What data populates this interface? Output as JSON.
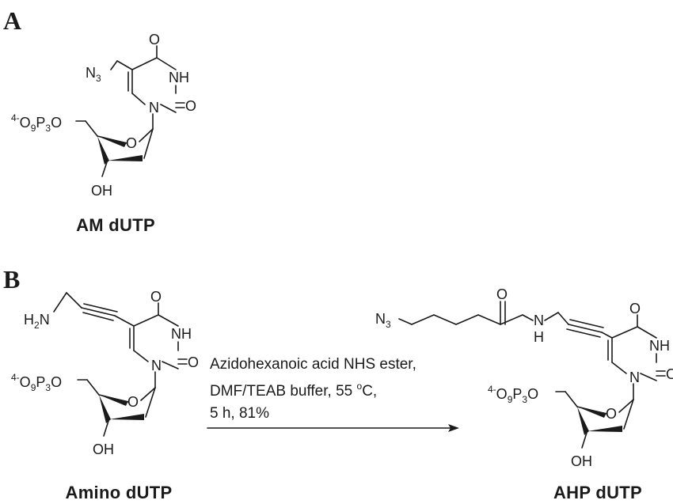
{
  "panels": {
    "a": "A",
    "b": "B"
  },
  "compounds": {
    "am": {
      "name": "AM dUTP"
    },
    "amino": {
      "name": "Amino dUTP"
    },
    "ahp": {
      "name": "AHP dUTP"
    }
  },
  "atoms": {
    "N3": "N3",
    "H2N": "H2N",
    "NH": "NH",
    "N": "N",
    "O": "O",
    "OH": "OH",
    "H": "H",
    "phosphate": "4-O9P3O"
  },
  "reaction": {
    "line1": "Azidohexanoic acid NHS ester,",
    "line2": "DMF/TEAB buffer, 55 ºC,",
    "line3": "5 h, 81%"
  }
}
